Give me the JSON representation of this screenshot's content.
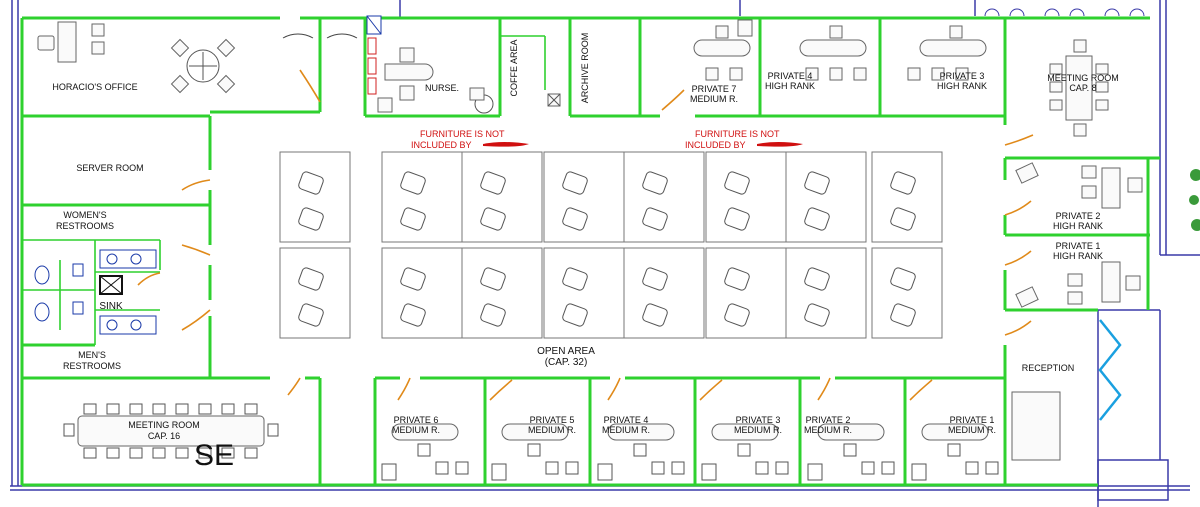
{
  "rooms": {
    "horacio_office": "HORACIO'S OFFICE",
    "server_room": "SERVER ROOM",
    "womens_1": "WOMEN'S",
    "womens_2": "RESTROOMS",
    "sink": "SINK",
    "mens_1": "MEN'S",
    "mens_2": "RESTROOMS",
    "meeting16_1": "MEETING ROOM",
    "meeting16_2": "CAP. 16",
    "nurse": "NURSE.",
    "coffe_area": "COFFE AREA",
    "archive_room": "ARCHIVE ROOM",
    "private7_1": "PRIVATE 7",
    "private7_2": "MEDIUM R.",
    "private4h_1": "PRIVATE 4",
    "private4h_2": "HIGH RANK",
    "private3h_1": "PRIVATE 3",
    "private3h_2": "HIGH RANK",
    "meeting8_1": "MEETING ROOM",
    "meeting8_2": "CAP. 8",
    "private2h_1": "PRIVATE 2",
    "private2h_2": "HIGH RANK",
    "private1h_1": "PRIVATE 1",
    "private1h_2": "HIGH RANK",
    "reception": "RECEPTION",
    "open_area_1": "OPEN AREA",
    "open_area_2": "(CAP. 32)",
    "private6_1": "PRIVATE 6",
    "private6_2": "MEDIUM R.",
    "private5_1": "PRIVATE 5",
    "private5_2": "MEDIUM R.",
    "private4m_1": "PRIVATE 4",
    "private4m_2": "MEDIUM R.",
    "private3m_1": "PRIVATE 3",
    "private3m_2": "MEDIUM R.",
    "private2m_1": "PRIVATE 2",
    "private2m_2": "MEDIUM R.",
    "private1m_1": "PRIVATE 1",
    "private1m_2": "MEDIUM R."
  },
  "notes": {
    "left_1": "FURNITURE IS NOT",
    "left_2": "INCLUDED BY",
    "right_1": "FURNITURE IS NOT",
    "right_2": "INCLUDED BY"
  },
  "stamp": "SE",
  "colors": {
    "wall": "#2fd12f",
    "outline": "#3a3aa8",
    "door": "#e08a1a",
    "note": "#d01010",
    "redaction": "#d01010",
    "window": "#1aa0e0"
  }
}
